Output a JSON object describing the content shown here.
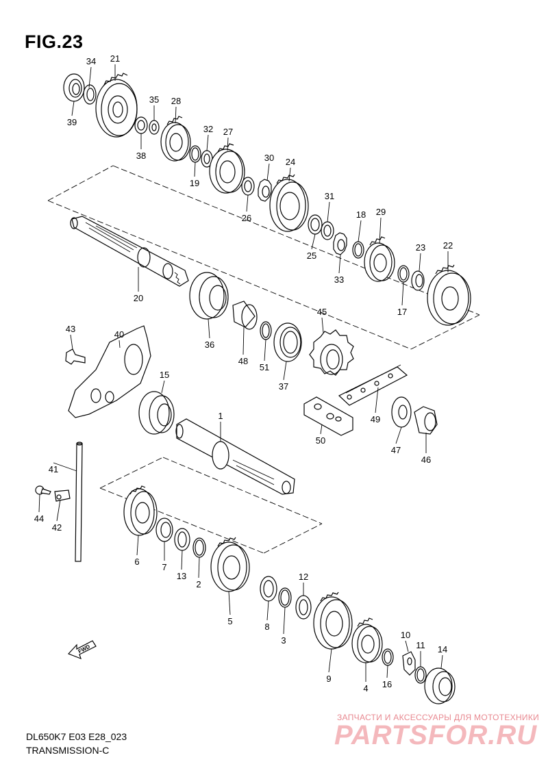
{
  "figure": {
    "title": "FIG.23",
    "model_code": "DL650K7 E03 E28_023",
    "section_name": "TRANSMISSION-C"
  },
  "watermark": {
    "tagline": "ЗАПЧАСТИ И АКСЕССУАРЫ ДЛЯ МОТОТЕХНИКИ",
    "brand": "PARTSFOR.RU"
  },
  "direction_indicator": {
    "label": "FWD"
  },
  "parts": [
    {
      "id": "p34",
      "number": "34"
    },
    {
      "id": "p21",
      "number": "21"
    },
    {
      "id": "p39",
      "number": "39"
    },
    {
      "id": "p35",
      "number": "35"
    },
    {
      "id": "p28",
      "number": "28"
    },
    {
      "id": "p38",
      "number": "38"
    },
    {
      "id": "p32",
      "number": "32"
    },
    {
      "id": "p27",
      "number": "27"
    },
    {
      "id": "p19",
      "number": "19"
    },
    {
      "id": "p30",
      "number": "30"
    },
    {
      "id": "p24",
      "number": "24"
    },
    {
      "id": "p26",
      "number": "26"
    },
    {
      "id": "p31",
      "number": "31"
    },
    {
      "id": "p18",
      "number": "18"
    },
    {
      "id": "p29",
      "number": "29"
    },
    {
      "id": "p25",
      "number": "25"
    },
    {
      "id": "p33",
      "number": "33"
    },
    {
      "id": "p23",
      "number": "23"
    },
    {
      "id": "p22",
      "number": "22"
    },
    {
      "id": "p17",
      "number": "17"
    },
    {
      "id": "p20",
      "number": "20"
    },
    {
      "id": "p36",
      "number": "36"
    },
    {
      "id": "p48",
      "number": "48"
    },
    {
      "id": "p51",
      "number": "51"
    },
    {
      "id": "p37",
      "number": "37"
    },
    {
      "id": "p45",
      "number": "45"
    },
    {
      "id": "p43",
      "number": "43"
    },
    {
      "id": "p40",
      "number": "40"
    },
    {
      "id": "p15",
      "number": "15"
    },
    {
      "id": "p1",
      "number": "1"
    },
    {
      "id": "p49",
      "number": "49"
    },
    {
      "id": "p50",
      "number": "50"
    },
    {
      "id": "p47",
      "number": "47"
    },
    {
      "id": "p46",
      "number": "46"
    },
    {
      "id": "p41",
      "number": "41"
    },
    {
      "id": "p44",
      "number": "44"
    },
    {
      "id": "p42",
      "number": "42"
    },
    {
      "id": "p6",
      "number": "6"
    },
    {
      "id": "p7",
      "number": "7"
    },
    {
      "id": "p13",
      "number": "13"
    },
    {
      "id": "p2",
      "number": "2"
    },
    {
      "id": "p5",
      "number": "5"
    },
    {
      "id": "p12",
      "number": "12"
    },
    {
      "id": "p8",
      "number": "8"
    },
    {
      "id": "p3",
      "number": "3"
    },
    {
      "id": "p10",
      "number": "10"
    },
    {
      "id": "p11",
      "number": "11"
    },
    {
      "id": "p14",
      "number": "14"
    },
    {
      "id": "p9",
      "number": "9"
    },
    {
      "id": "p4",
      "number": "4"
    },
    {
      "id": "p16",
      "number": "16"
    }
  ]
}
